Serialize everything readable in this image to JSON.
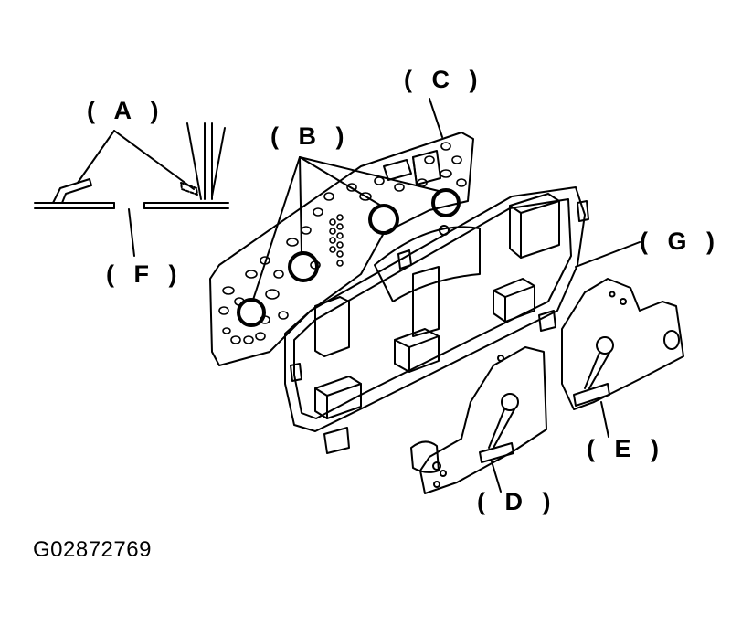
{
  "labels": {
    "a": "( A )",
    "b": "( B )",
    "c": "( C )",
    "d": "( D )",
    "e": "( E )",
    "f": "( F )",
    "g": "( G )"
  },
  "figure_id": "G02872769"
}
